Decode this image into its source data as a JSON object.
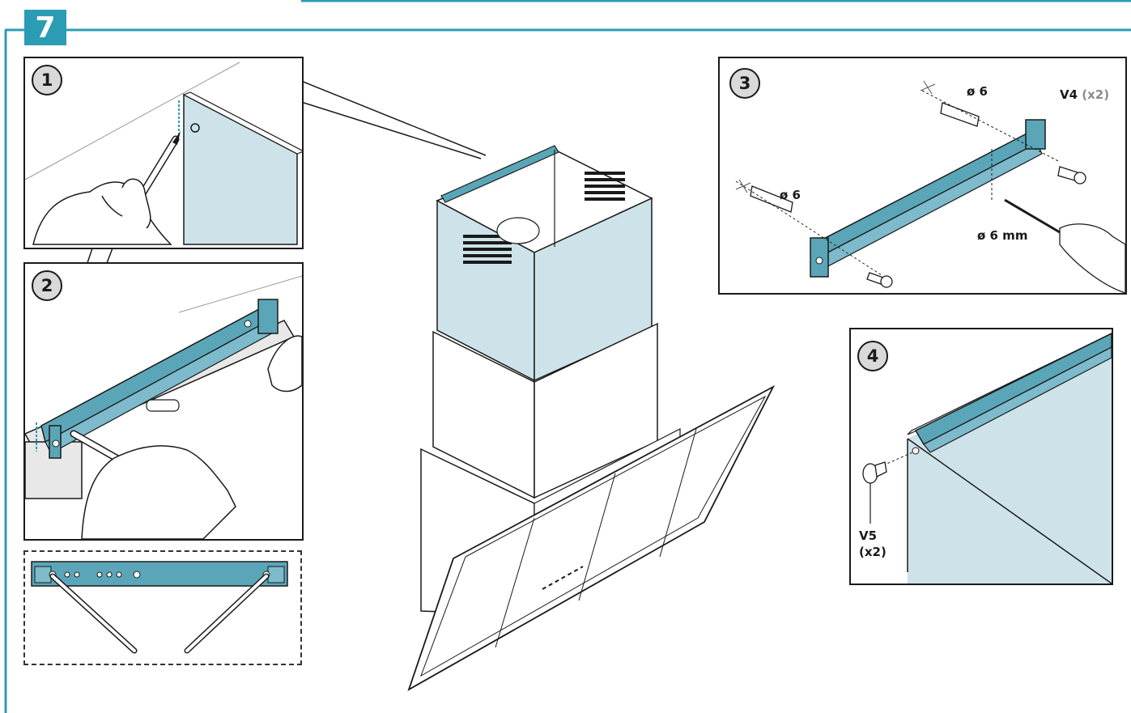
{
  "step": "7",
  "panels": {
    "p1": {
      "number": "1"
    },
    "p2": {
      "number": "2"
    },
    "p3": {
      "number": "3",
      "dowel_top": "ø 6",
      "dowel_left": "ø 6",
      "screw_label": "V4",
      "screw_qty": "(x2)",
      "drill_label": "ø 6 mm"
    },
    "p4": {
      "number": "4",
      "screw_label": "V5",
      "screw_qty": "(x2)"
    }
  },
  "colors": {
    "accent": "#2c9cb4",
    "panel_fill": "#cde3e9",
    "bracket": "#5aa6b8",
    "line": "#1a1a1a",
    "quantity": "#8c8c8c"
  }
}
